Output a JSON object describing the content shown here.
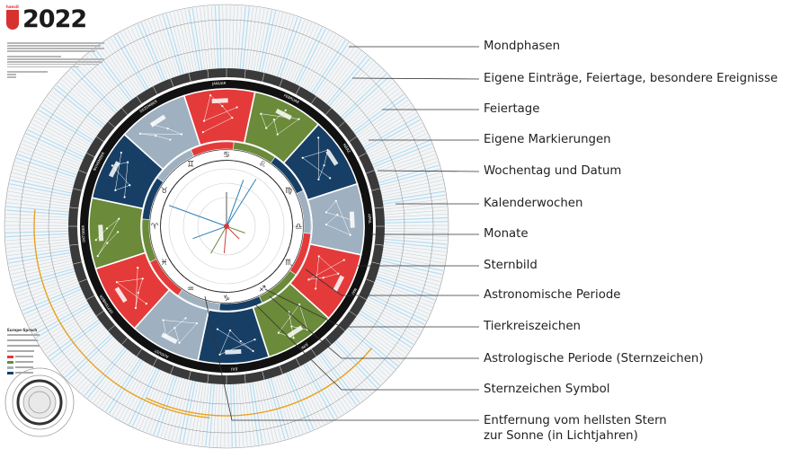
{
  "header": {
    "year": "2022",
    "badge_text": "hansit"
  },
  "legend_title": "Europe-Sprach",
  "labels": [
    "Mondphasen",
    "Eigene Einträge, Feiertage, besondere Ereignisse",
    "Feiertage",
    "Eigene Markierungen",
    "Wochentag und Datum",
    "Kalenderwochen",
    "Monate",
    "Sternbild",
    "Astronomische Periode",
    "Tierkreiszeichen",
    "Astrologische Periode (Sternzeichen)",
    "Sternzeichen Symbol",
    "Entfernung vom hellsten Stern",
    "zur Sonne (in Lichtjahren)"
  ],
  "colors": {
    "red": "#e43a3a",
    "green": "#6b8a3a",
    "navy": "#173f66",
    "grey": "#9fb0c0",
    "black": "#111111",
    "orange": "#e8a21d",
    "lightblue": "#b9dcef",
    "line": "#333333"
  },
  "wheel": {
    "segment_colors": [
      "red",
      "green",
      "navy",
      "grey",
      "red",
      "green",
      "navy",
      "grey",
      "red",
      "green",
      "navy",
      "grey"
    ],
    "months": [
      "JANUAR",
      "FEBRUAR",
      "MÄRZ",
      "APRIL",
      "MAI",
      "JUNI",
      "JULI",
      "AUGUST",
      "SEPTEMBER",
      "OKTOBER",
      "NOVEMBER",
      "DEZEMBER"
    ],
    "zodiac_symbols": [
      "♑",
      "♒",
      "♓",
      "♈",
      "♉",
      "♊",
      "♋",
      "♌",
      "♍",
      "♎",
      "♏",
      "♐"
    ]
  }
}
